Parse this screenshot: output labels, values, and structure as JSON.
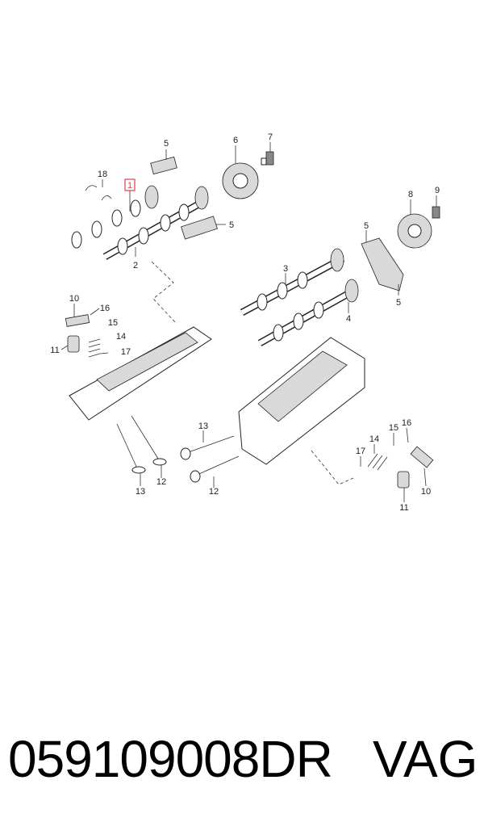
{
  "diagram": {
    "callouts": {
      "c1": "1",
      "c2": "2",
      "c3": "3",
      "c4": "4",
      "c5a": "5",
      "c5b": "5",
      "c5c": "5",
      "c5d": "5",
      "c6": "6",
      "c7": "7",
      "c8": "8",
      "c9": "9",
      "c10a": "10",
      "c10b": "10",
      "c11a": "11",
      "c11b": "11",
      "c12a": "12",
      "c12b": "12",
      "c13a": "13",
      "c13b": "13",
      "c14a": "14",
      "c14b": "14",
      "c15a": "15",
      "c15b": "15",
      "c16a": "16",
      "c16b": "16",
      "c17a": "17",
      "c17b": "17",
      "c18": "18"
    },
    "highlighted_callout": "1",
    "highlight_color": "#e0404a"
  },
  "footer": {
    "part_number": "059109008DR",
    "brand": "VAG"
  }
}
